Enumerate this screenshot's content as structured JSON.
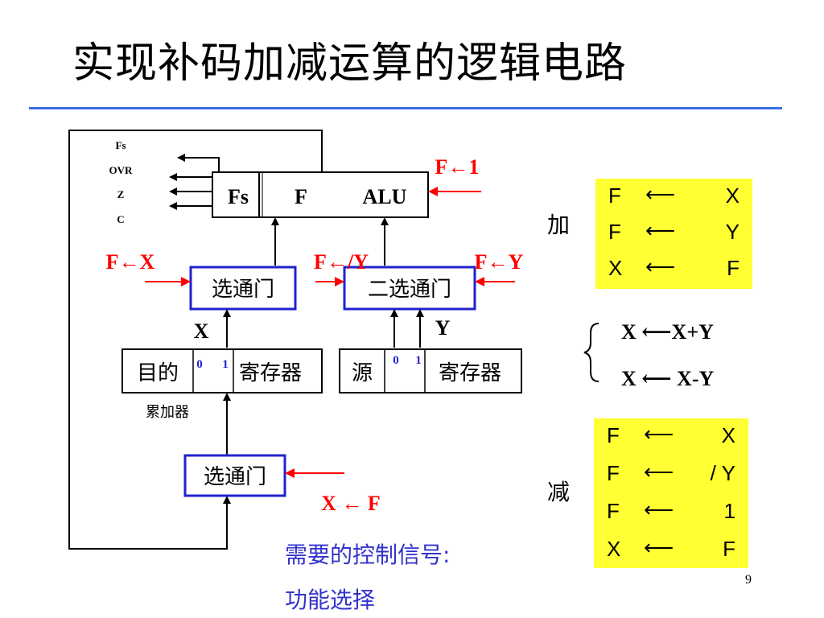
{
  "title": "实现补码加减运算的逻辑电路",
  "page_number": "9",
  "flags": [
    "Fs",
    "OVR",
    "Z",
    "C"
  ],
  "alu": {
    "fs": "Fs",
    "f": "F",
    "alu": "ALU"
  },
  "controls": {
    "f_one": "F←1",
    "f_x": "F←X",
    "f_noty": "F←/Y",
    "f_y": "F←Y",
    "x_f": "X ← F"
  },
  "gates": {
    "left": "选通门",
    "right": "二选通门",
    "bottom": "选通门"
  },
  "buses": {
    "x": "X",
    "y": "Y"
  },
  "registers": {
    "dest": {
      "label": "目的",
      "bit0": "0",
      "bit1": "1",
      "suffix": "寄存器"
    },
    "src": {
      "label": "源",
      "bit0": "0",
      "bit1": "1",
      "suffix": "寄存器"
    },
    "accumulator": "累加器"
  },
  "add": {
    "label": "加",
    "rows": [
      {
        "dst": "F",
        "arrow": "⟵",
        "src": "X"
      },
      {
        "dst": "F",
        "arrow": "⟵",
        "src": "Y"
      },
      {
        "dst": "X",
        "arrow": "⟵",
        "src": "F"
      }
    ]
  },
  "ops": [
    "X ⟵X+Y",
    "X ⟵ X-Y"
  ],
  "sub": {
    "label": "减",
    "rows": [
      {
        "dst": "F",
        "arrow": "⟵",
        "src": "X"
      },
      {
        "dst": "F",
        "arrow": "⟵",
        "src": "/ Y"
      },
      {
        "dst": "F",
        "arrow": "⟵",
        "src": "1"
      },
      {
        "dst": "X",
        "arrow": "⟵",
        "src": "F"
      }
    ]
  },
  "notes": [
    "需要的控制信号:",
    "功能选择"
  ],
  "colors": {
    "red": "#ff0000",
    "blue_box": "#2222cc",
    "yellow": "#ffff33",
    "rule": "#3a6ee8",
    "note": "#3333cc"
  }
}
